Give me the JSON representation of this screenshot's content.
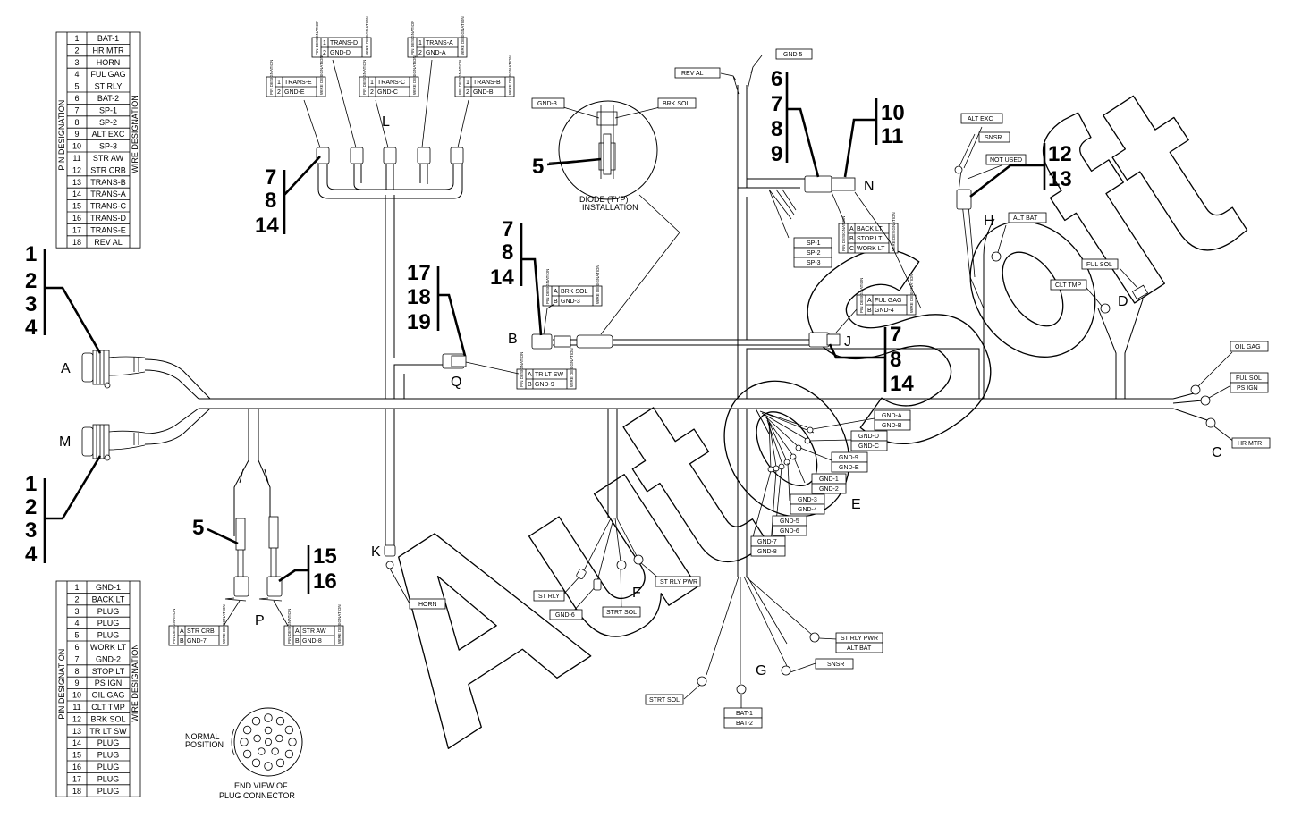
{
  "pin_table_top": {
    "pin_header": "PIN DESIGNATION",
    "wire_header": "WIRE DESIGNATION",
    "rows": [
      {
        "pin": "1",
        "wire": "BAT-1"
      },
      {
        "pin": "2",
        "wire": "HR MTR"
      },
      {
        "pin": "3",
        "wire": "HORN"
      },
      {
        "pin": "4",
        "wire": "FUL GAG"
      },
      {
        "pin": "5",
        "wire": "ST RLY"
      },
      {
        "pin": "6",
        "wire": "BAT-2"
      },
      {
        "pin": "7",
        "wire": "SP-1"
      },
      {
        "pin": "8",
        "wire": "SP-2"
      },
      {
        "pin": "9",
        "wire": "ALT EXC"
      },
      {
        "pin": "10",
        "wire": "SP-3"
      },
      {
        "pin": "11",
        "wire": "STR AW"
      },
      {
        "pin": "12",
        "wire": "STR CRB"
      },
      {
        "pin": "13",
        "wire": "TRANS-B"
      },
      {
        "pin": "14",
        "wire": "TRANS-A"
      },
      {
        "pin": "15",
        "wire": "TRANS-C"
      },
      {
        "pin": "16",
        "wire": "TRANS-D"
      },
      {
        "pin": "17",
        "wire": "TRANS-E"
      },
      {
        "pin": "18",
        "wire": "REV AL"
      }
    ]
  },
  "pin_table_bottom": {
    "pin_header": "PIN DESIGNATION",
    "wire_header": "WIRE DESIGNATION",
    "rows": [
      {
        "pin": "1",
        "wire": "GND-1"
      },
      {
        "pin": "2",
        "wire": "BACK LT"
      },
      {
        "pin": "3",
        "wire": "PLUG"
      },
      {
        "pin": "4",
        "wire": "PLUG"
      },
      {
        "pin": "5",
        "wire": "PLUG"
      },
      {
        "pin": "6",
        "wire": "WORK LT"
      },
      {
        "pin": "7",
        "wire": "GND-2"
      },
      {
        "pin": "8",
        "wire": "STOP LT"
      },
      {
        "pin": "9",
        "wire": "PS IGN"
      },
      {
        "pin": "10",
        "wire": "OIL GAG"
      },
      {
        "pin": "11",
        "wire": "CLT TMP"
      },
      {
        "pin": "12",
        "wire": "BRK SOL"
      },
      {
        "pin": "13",
        "wire": "TR LT SW"
      },
      {
        "pin": "14",
        "wire": "PLUG"
      },
      {
        "pin": "15",
        "wire": "PLUG"
      },
      {
        "pin": "16",
        "wire": "PLUG"
      },
      {
        "pin": "17",
        "wire": "PLUG"
      },
      {
        "pin": "18",
        "wire": "PLUG"
      }
    ]
  },
  "connector_letters": {
    "a": "A",
    "m": "M",
    "l": "L",
    "b": "B",
    "q": "Q",
    "k": "K",
    "p": "P",
    "f": "F",
    "g": "G",
    "e": "E",
    "j": "J",
    "n": "N",
    "h": "H",
    "d": "D",
    "c": "C"
  },
  "callouts": {
    "a_1": "1",
    "a_2": "2",
    "a_3": "3",
    "a_4": "4",
    "m_1": "1",
    "m_2": "2",
    "m_3": "3",
    "m_4": "4",
    "l_7": "7",
    "l_8": "8",
    "l_14": "14",
    "b_7": "7",
    "b_8": "8",
    "b_14": "14",
    "q_17": "17",
    "q_18": "18",
    "q_19": "19",
    "diode_5": "5",
    "n_6": "6",
    "n_7": "7",
    "n_8": "8",
    "n_9": "9",
    "n_10": "10",
    "n_11": "11",
    "h_12": "12",
    "h_13": "13",
    "j_7": "7",
    "j_8": "8",
    "j_14": "14",
    "p_5": "5",
    "p_15": "15",
    "p_16": "16"
  },
  "wire_labels": {
    "rev_al": "REV AL",
    "gnd_5_top": "GND 5",
    "gnd_3_diode": "GND-3",
    "brk_sol_diode": "BRK SOL",
    "alt_exc": "ALT EXC",
    "snsr_h": "SNSR",
    "not_used": "NOT USED",
    "alt_bat": "ALT BAT",
    "ful_sol_d": "FUL SOL",
    "clt_tmp": "CLT TMP",
    "oil_gag": "OIL GAG",
    "ful_sol_c": "FUL SOL",
    "ps_ign": "PS IGN",
    "hr_mtr": "HR MTR",
    "sp_1": "SP-1",
    "sp_2": "SP-2",
    "sp_3": "SP-3",
    "e_gnd_a": "GND-A",
    "e_gnd_b": "GND-B",
    "e_gnd_d": "GND-D",
    "e_gnd_c": "GND-C",
    "e_gnd_9": "GND-9",
    "e_gnd_e": "GND-E",
    "e_gnd_1": "GND-1",
    "e_gnd_2": "GND-2",
    "e_gnd_3": "GND-3",
    "e_gnd_4": "GND-4",
    "e_gnd_5": "GND-5",
    "e_gnd_6": "GND-6",
    "e_gnd_7": "GND-7",
    "e_gnd_8": "GND-8",
    "st_rly": "ST RLY",
    "gnd_6_f": "GND-6",
    "strt_sol_f": "STRT SOL",
    "st_rly_pwr_f": "ST RLY PWR",
    "st_rly_pwr_g": "ST RLY PWR",
    "alt_bat_g": "ALT BAT",
    "snsr_g": "SNSR",
    "strt_sol_g": "STRT SOL",
    "bat_1": "BAT-1",
    "bat_2": "BAT-2",
    "horn": "HORN"
  },
  "mini_tables": {
    "trans_d": {
      "r1": "TRANS-D",
      "r2": "GND-D",
      "p1": "1",
      "p2": "2"
    },
    "trans_a": {
      "r1": "TRANS-A",
      "r2": "GND-A",
      "p1": "1",
      "p2": "2"
    },
    "trans_e": {
      "r1": "TRANS-E",
      "r2": "GND-E",
      "p1": "1",
      "p2": "2"
    },
    "trans_c": {
      "r1": "TRANS-C",
      "r2": "GND-C",
      "p1": "1",
      "p2": "2"
    },
    "trans_b": {
      "r1": "TRANS-B",
      "r2": "GND-B",
      "p1": "1",
      "p2": "2"
    },
    "b": {
      "r1": "BRK SOL",
      "r2": "GND-3",
      "p1": "A",
      "p2": "B"
    },
    "q": {
      "r1": "TR LT SW",
      "r2": "GND-9",
      "p1": "A",
      "p2": "B"
    },
    "j": {
      "r1": "FUL GAG",
      "r2": "GND-4",
      "p1": "A",
      "p2": "B"
    },
    "p_left": {
      "r1": "STR CRB",
      "r2": "GND-7",
      "p1": "A",
      "p2": "B"
    },
    "p_right": {
      "r1": "STR AW",
      "r2": "GND-8",
      "p1": "A",
      "p2": "B"
    },
    "n": {
      "r1": "BACK LT",
      "r2": "STOP LT",
      "r3": "WORK LT",
      "p1": "A",
      "p2": "B",
      "p3": "C"
    },
    "pin_small": "PIN\nDESIGNATION",
    "wire_small": "WIRE\nDESIGNATION"
  },
  "captions": {
    "diode_1": "DIODE (TYP)",
    "diode_2": "INSTALLATION",
    "normal_1": "NORMAL",
    "normal_2": "POSITION",
    "end_view_1": "END VIEW OF",
    "end_view_2": "PLUG CONNECTOR"
  },
  "watermark": "AutoSoft"
}
